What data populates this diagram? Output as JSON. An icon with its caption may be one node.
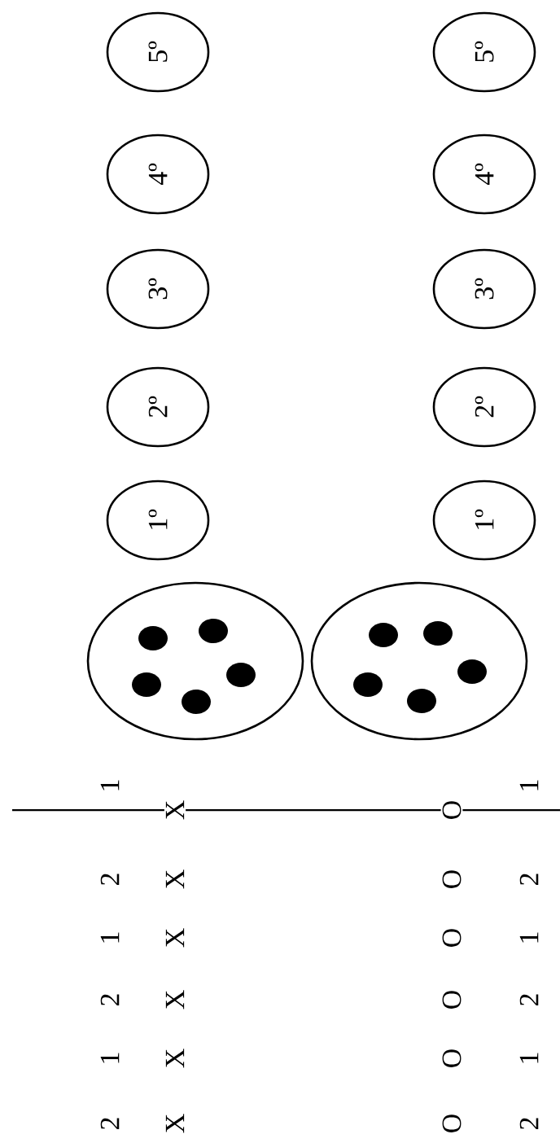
{
  "diagram": {
    "nodes": [
      {
        "text": [
          "5º"
        ]
      },
      {
        "text": [
          "4º"
        ]
      },
      {
        "text": [
          "3º"
        ]
      },
      {
        "text": [
          "2º"
        ]
      },
      {
        "text": [
          "1º"
        ]
      },
      {
        "text": [
          "5º"
        ]
      },
      {
        "text": [
          "4º"
        ]
      },
      {
        "text": [
          "3º"
        ]
      },
      {
        "text": [
          "2º"
        ]
      },
      {
        "text": [
          "1º"
        ]
      },
      {
        "text": [],
        "shape": "circle"
      },
      {
        "text": [],
        "shape": "circle"
      }
    ],
    "labels": [
      "1",
      "X",
      "O",
      "1",
      "2",
      "X",
      "O",
      "2",
      "1",
      "X",
      "O",
      "1",
      "2",
      "X",
      "O",
      "2",
      "1",
      "X",
      "O",
      "1",
      "2",
      "X",
      "O",
      "2"
    ]
  }
}
